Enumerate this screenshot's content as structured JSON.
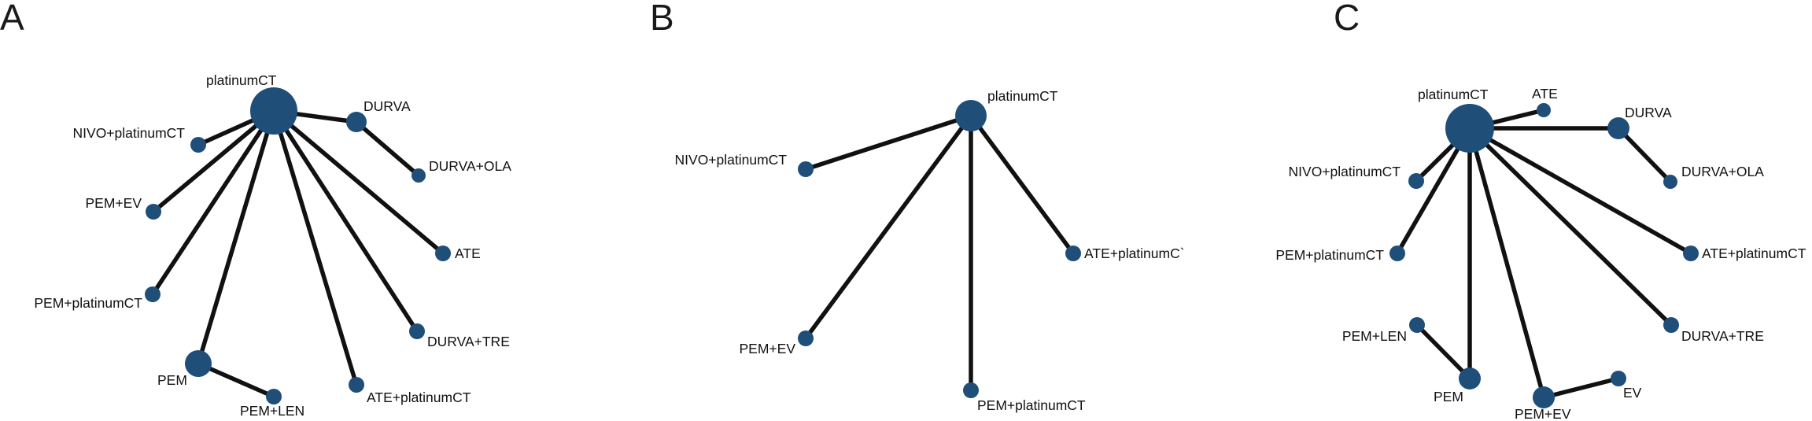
{
  "panels": [
    {
      "letter": "A",
      "nodes": [
        {
          "id": "platinumCT",
          "label": "platinumCT"
        },
        {
          "id": "DURVA",
          "label": "DURVA"
        },
        {
          "id": "NIVO+platinumCT",
          "label": "NIVO+platinumCT"
        },
        {
          "id": "DURVA+OLA",
          "label": "DURVA+OLA"
        },
        {
          "id": "PEM+EV",
          "label": "PEM+EV"
        },
        {
          "id": "ATE",
          "label": "ATE"
        },
        {
          "id": "PEM+platinumCT",
          "label": "PEM+platinumCT"
        },
        {
          "id": "DURVA+TRE",
          "label": "DURVA+TRE"
        },
        {
          "id": "PEM",
          "label": "PEM"
        },
        {
          "id": "ATE+platinumCT",
          "label": "ATE+platinumCT"
        },
        {
          "id": "PEM+LEN",
          "label": "PEM+LEN"
        }
      ],
      "edges": [
        [
          "platinumCT",
          "DURVA"
        ],
        [
          "platinumCT",
          "NIVO+platinumCT"
        ],
        [
          "platinumCT",
          "PEM+EV"
        ],
        [
          "platinumCT",
          "PEM+platinumCT"
        ],
        [
          "platinumCT",
          "PEM"
        ],
        [
          "platinumCT",
          "ATE+platinumCT"
        ],
        [
          "platinumCT",
          "DURVA+TRE"
        ],
        [
          "platinumCT",
          "ATE"
        ],
        [
          "DURVA",
          "DURVA+OLA"
        ],
        [
          "PEM",
          "PEM+LEN"
        ]
      ]
    },
    {
      "letter": "B",
      "nodes": [
        {
          "id": "platinumCT",
          "label": "platinumCT"
        },
        {
          "id": "NIVO+platinumCT",
          "label": "NIVO+platinumCT"
        },
        {
          "id": "ATE+platinumCT",
          "label": "ATE+platinumC`"
        },
        {
          "id": "PEM+EV",
          "label": "PEM+EV"
        },
        {
          "id": "PEM+platinumCT",
          "label": "PEM+platinumCT"
        }
      ],
      "edges": [
        [
          "platinumCT",
          "NIVO+platinumCT"
        ],
        [
          "platinumCT",
          "ATE+platinumCT"
        ],
        [
          "platinumCT",
          "PEM+EV"
        ],
        [
          "platinumCT",
          "PEM+platinumCT"
        ]
      ]
    },
    {
      "letter": "C",
      "nodes": [
        {
          "id": "platinumCT",
          "label": "platinumCT"
        },
        {
          "id": "ATE",
          "label": "ATE"
        },
        {
          "id": "DURVA",
          "label": "DURVA"
        },
        {
          "id": "NIVO+platinumCT",
          "label": "NIVO+platinumCT"
        },
        {
          "id": "DURVA+OLA",
          "label": "DURVA+OLA"
        },
        {
          "id": "PEM+platinumCT",
          "label": "PEM+platinumCT"
        },
        {
          "id": "ATE+platinumCT",
          "label": "ATE+platinumCT"
        },
        {
          "id": "PEM+LEN",
          "label": "PEM+LEN"
        },
        {
          "id": "DURVA+TRE",
          "label": "DURVA+TRE"
        },
        {
          "id": "PEM",
          "label": "PEM"
        },
        {
          "id": "EV",
          "label": "EV"
        },
        {
          "id": "PEM+EV",
          "label": "PEM+EV"
        }
      ],
      "edges": [
        [
          "platinumCT",
          "ATE"
        ],
        [
          "platinumCT",
          "DURVA"
        ],
        [
          "platinumCT",
          "NIVO+platinumCT"
        ],
        [
          "platinumCT",
          "PEM+platinumCT"
        ],
        [
          "platinumCT",
          "PEM"
        ],
        [
          "platinumCT",
          "PEM+EV"
        ],
        [
          "platinumCT",
          "DURVA+TRE"
        ],
        [
          "platinumCT",
          "ATE+platinumCT"
        ],
        [
          "DURVA",
          "DURVA+OLA"
        ],
        [
          "PEM+LEN",
          "PEM"
        ],
        [
          "PEM+EV",
          "EV"
        ]
      ]
    }
  ]
}
